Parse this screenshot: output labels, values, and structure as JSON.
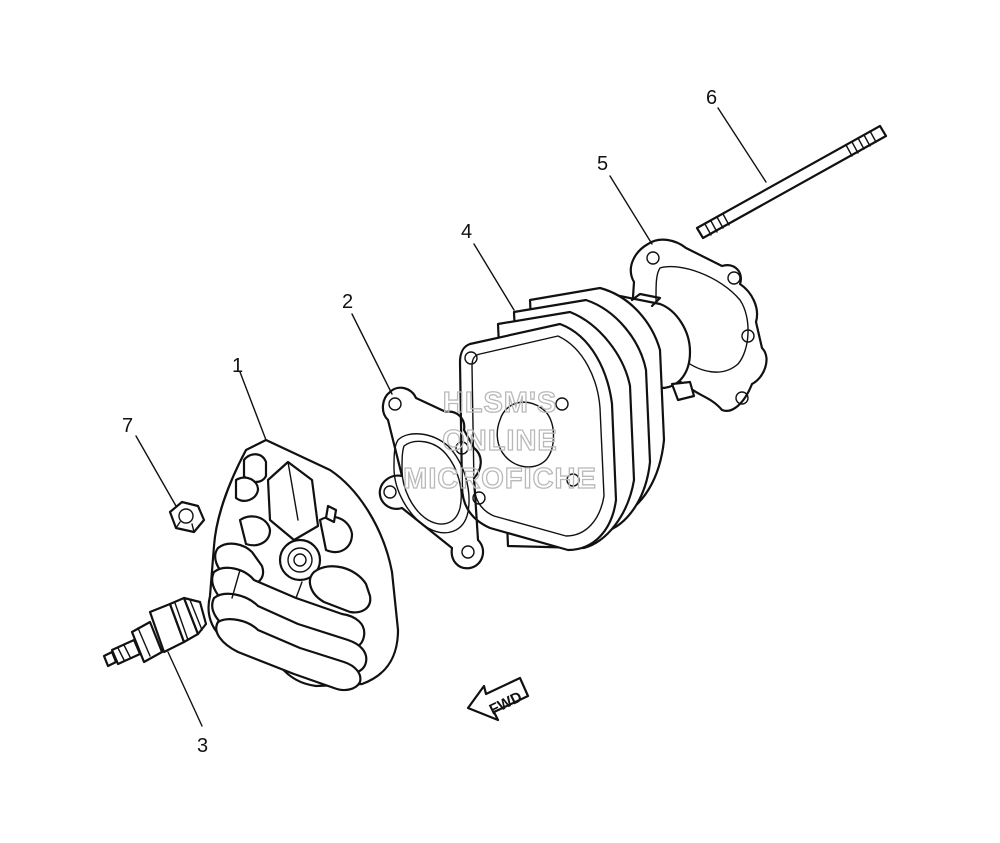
{
  "callouts": {
    "c1": "1",
    "c2": "2",
    "c3": "3",
    "c4": "4",
    "c5": "5",
    "c6": "6",
    "c7": "7"
  },
  "direction_marker": {
    "label": "FWD"
  },
  "watermark": {
    "line1": "HLSM'S",
    "line2": "ONLINE",
    "line3": "MICROFICHE"
  }
}
